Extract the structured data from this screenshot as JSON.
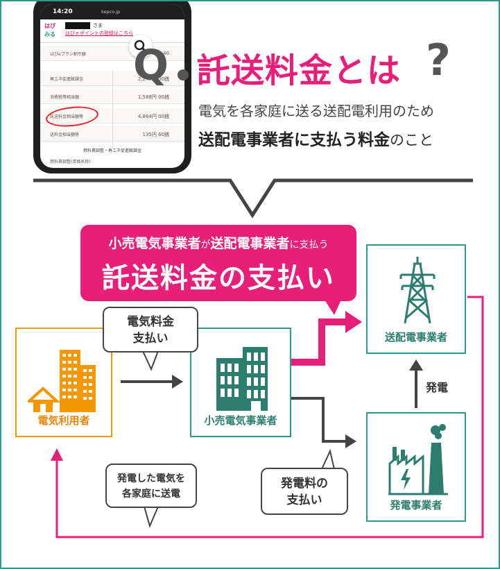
{
  "phone": {
    "time": "14:20",
    "url": "kepco.jp",
    "logo_line1": "はぴ",
    "logo_line2": "みる",
    "user_suffix": "さま",
    "point_link": "はぴｅポイントの登録はこちら",
    "rows": [
      {
        "label": "はぴeプラン割引額",
        "value": "-1,40"
      },
      {
        "label": "再エネ促進賦課金",
        "value": "2,248円 00銭"
      },
      {
        "label": "消費税等相当額",
        "value": "1,588円 00銭"
      },
      {
        "label": "託送料金相当額等",
        "value": "4,864円 00銭"
      },
      {
        "label": "送料金相当額等",
        "value": "135円 60銭"
      }
    ],
    "adjust_header": "燃料費調整・再エネ促進賦課金",
    "unit_label": "燃料費調整(単価名称)"
  },
  "question": {
    "q": "Q",
    "title": "託送料金とは",
    "qmark": "?",
    "desc_line1": "電気を各家庭に送る送配電利用のため",
    "desc_line2_bold": "送配電事業者に支払う料金",
    "desc_line2_rest": "のこと"
  },
  "banner": {
    "part1": "小売電気事業者",
    "part2": "が",
    "part3": "送配電事業者",
    "part4": "に支払う",
    "main": "託送料金の支払い"
  },
  "boxes": {
    "consumer": "電気利用者",
    "retail": "小売電気事業者",
    "td": "送配電事業者",
    "gen": "発電事業者"
  },
  "bubbles": {
    "pay_line1": "電気料金",
    "pay_line2": "支払い",
    "gen_pay_line1": "発電料の",
    "gen_pay_line2": "支払い",
    "deliver_line1": "発電した電気を",
    "deliver_line2": "各家庭に送電"
  },
  "gen_arrow_label": "発電",
  "colors": {
    "pink": "#e81f79",
    "teal": "#2c9a86",
    "orange": "#f39800",
    "dark": "#444444"
  }
}
